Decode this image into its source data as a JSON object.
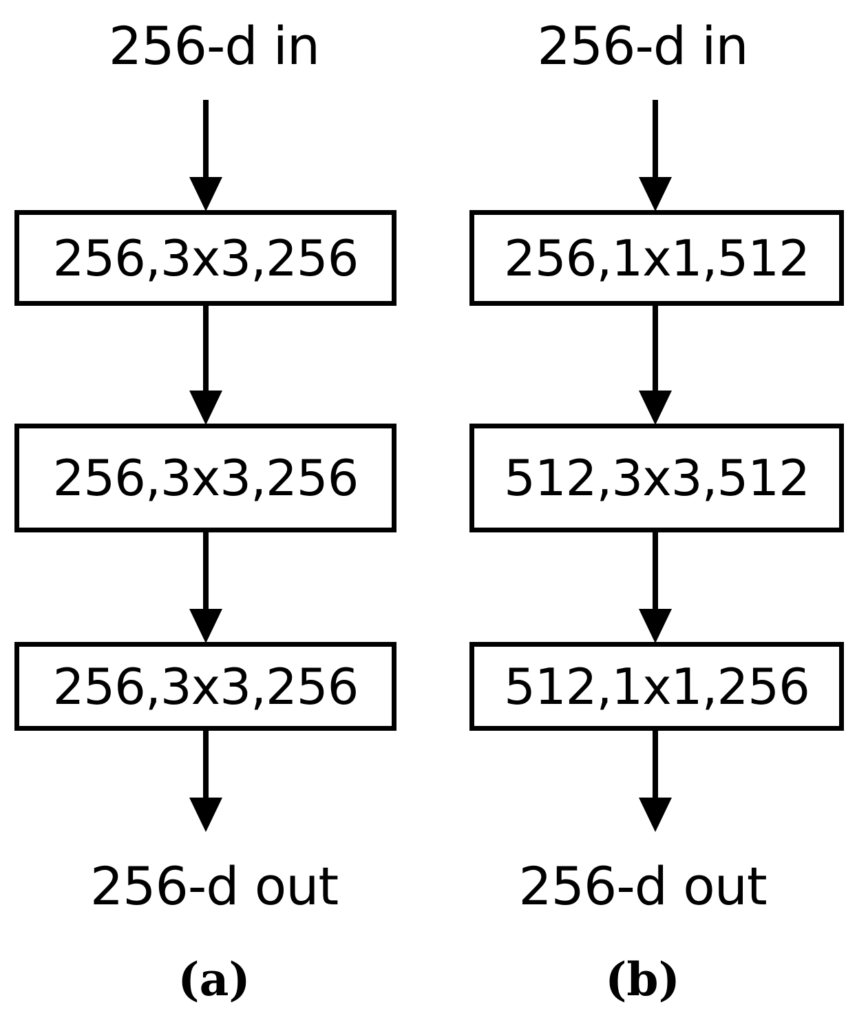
{
  "figure": {
    "type": "diagram",
    "subject": "residual-block-variants",
    "background_color": "#ffffff",
    "stroke_color": "#000000"
  },
  "panels": [
    {
      "id": "a",
      "caption": "(a)",
      "input_label": "256-d in",
      "output_label": "256-d out",
      "blocks": [
        {
          "label": "256,3x3,256",
          "in_channels": 256,
          "kernel": "3x3",
          "out_channels": 256
        },
        {
          "label": "256,3x3,256",
          "in_channels": 256,
          "kernel": "3x3",
          "out_channels": 256
        },
        {
          "label": "256,3x3,256",
          "in_channels": 256,
          "kernel": "3x3",
          "out_channels": 256
        }
      ],
      "arrows": [
        {
          "name": "arrow-input-to-block-1",
          "direction": "down"
        },
        {
          "name": "arrow-block-1-to-block-2",
          "direction": "down"
        },
        {
          "name": "arrow-block-2-to-block-3",
          "direction": "down"
        },
        {
          "name": "arrow-block-3-to-output",
          "direction": "down"
        }
      ]
    },
    {
      "id": "b",
      "caption": "(b)",
      "input_label": "256-d in",
      "output_label": "256-d out",
      "blocks": [
        {
          "label": "256,1x1,512",
          "in_channels": 256,
          "kernel": "1x1",
          "out_channels": 512
        },
        {
          "label": "512,3x3,512",
          "in_channels": 512,
          "kernel": "3x3",
          "out_channels": 512
        },
        {
          "label": "512,1x1,256",
          "in_channels": 512,
          "kernel": "1x1",
          "out_channels": 256
        }
      ],
      "arrows": [
        {
          "name": "arrow-input-to-block-1",
          "direction": "down"
        },
        {
          "name": "arrow-block-1-to-block-2",
          "direction": "down"
        },
        {
          "name": "arrow-block-2-to-block-3",
          "direction": "down"
        },
        {
          "name": "arrow-block-3-to-output",
          "direction": "down"
        }
      ]
    }
  ]
}
